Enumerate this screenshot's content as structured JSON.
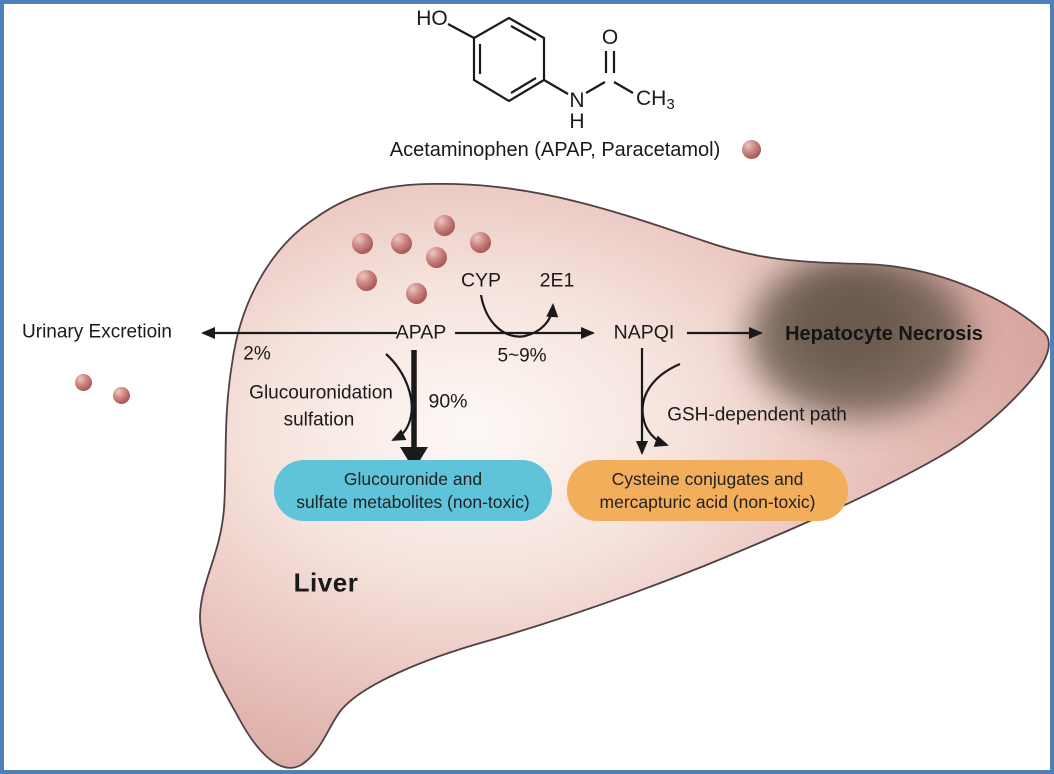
{
  "figure": {
    "caption": "Acetaminophen (APAP, Paracetamol)",
    "molecule": {
      "hydroxyl": "HO",
      "oxygen": "O",
      "nitrogen": "N",
      "hydrogen": "H",
      "methyl_ch": "CH",
      "methyl_sub": "3"
    },
    "organ_label": "Liver",
    "nodes": {
      "apap": "APAP",
      "napqi": "NAPQI",
      "urinary_excretion": "Urinary Excretioin",
      "hepatocyte_necrosis": "Hepatocyte Necrosis",
      "enzyme": "CYP",
      "enzyme_isoform": "2E1"
    },
    "percentages": {
      "urinary": "2%",
      "cyp_oxidation": "5~9%",
      "conjugation": "90%"
    },
    "pathway_labels": {
      "glucouronidation_line1": "Glucouronidation",
      "glucouronidation_line2": "sulfation",
      "gsh_path": "GSH-dependent path"
    },
    "boxes": {
      "glucuronide": {
        "line1": "Glucouronide and",
        "line2": "sulfate metabolites (non-toxic)",
        "color": "#5fc3d9"
      },
      "cysteine": {
        "line1": "Cysteine conjugates and",
        "line2": "mercapturic acid (non-toxic)",
        "color": "#f3ae5c"
      }
    },
    "colors": {
      "frame_border": "#4e80ba",
      "liver_edge": "#cc8f8b",
      "liver_center": "#fdf9f6",
      "necrosis_blob": "#5e5144",
      "molecule_sphere": "#aa5b5a",
      "arrow": "#1a1a1a"
    },
    "sphere_counts": {
      "inside_liver": 7,
      "outside_liver": 2,
      "legend": 1
    }
  }
}
